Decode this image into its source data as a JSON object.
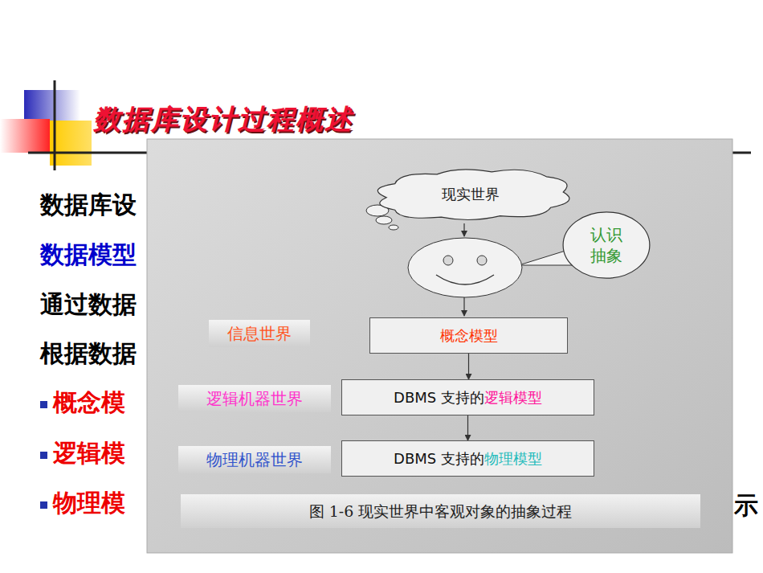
{
  "diagram": {
    "title": "数据库设计过程概述",
    "caption": "图 1-6 现实世界中客观对象的抽象过程",
    "nodes": [
      {
        "text": [
          "现实世界"
        ]
      },
      {
        "text": [
          "认识 抽象"
        ]
      },
      {
        "text": [
          "信息世界"
        ]
      },
      {
        "text": [
          "概念模型"
        ]
      },
      {
        "text": [
          "逻辑机器世界"
        ]
      },
      {
        "text": [
          "DBMS 支持的",
          "逻辑模型"
        ]
      },
      {
        "text": [
          "物理机器世界"
        ]
      },
      {
        "text": [
          "DBMS 支持的",
          "物理模型"
        ]
      }
    ],
    "edges": [
      {
        "from": 3,
        "to": 5,
        "arrow": "to"
      },
      {
        "from": 5,
        "to": 7,
        "arrow": "to"
      }
    ],
    "labels": [
      "数据库设",
      "数据模型",
      "通过数据",
      "根据数据",
      "概念模",
      "逻辑模",
      "物理模",
      "示"
    ]
  }
}
